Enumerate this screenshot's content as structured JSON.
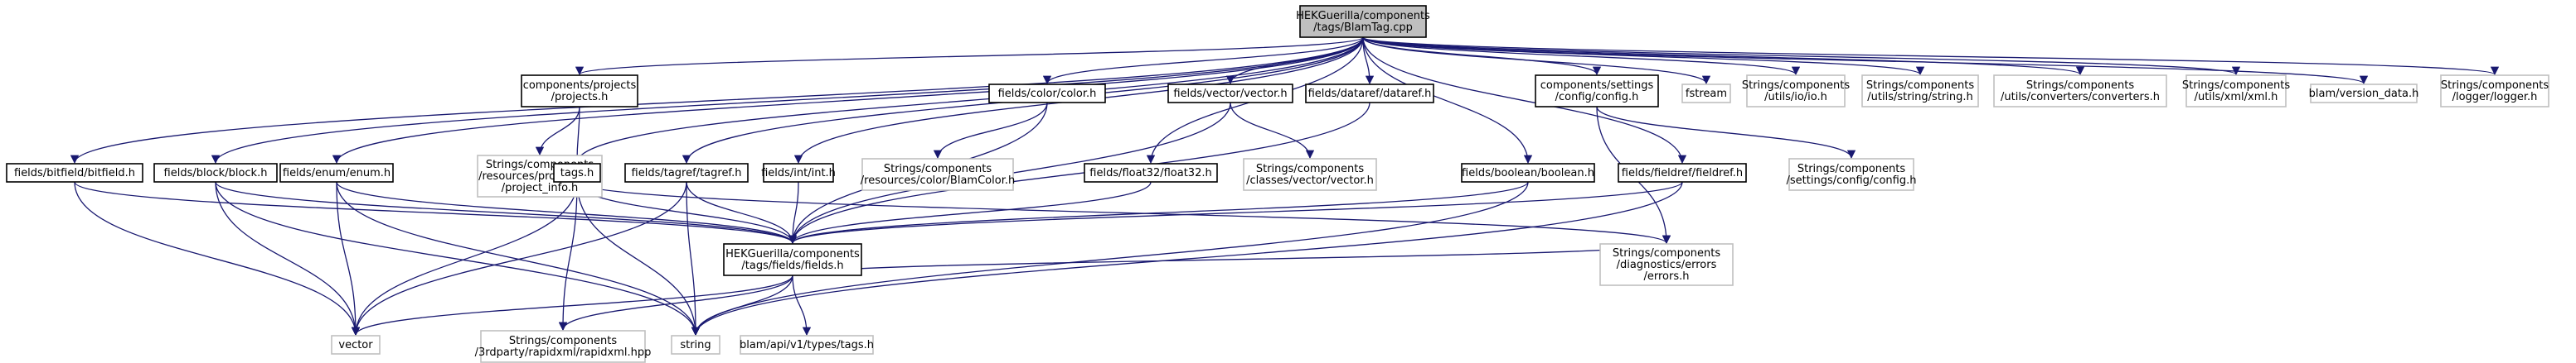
{
  "nodes": [
    {
      "id": "root",
      "lines": [
        "HEKGuerilla/components",
        "/tags/BlamTag.cpp"
      ],
      "kind": "root"
    },
    {
      "id": "projects",
      "lines": [
        "components/projects",
        "/projects.h"
      ],
      "kind": "local"
    },
    {
      "id": "color",
      "lines": [
        "fields/color/color.h"
      ],
      "kind": "local"
    },
    {
      "id": "vector_h",
      "lines": [
        "fields/vector/vector.h"
      ],
      "kind": "local"
    },
    {
      "id": "dataref",
      "lines": [
        "fields/dataref/dataref.h"
      ],
      "kind": "local"
    },
    {
      "id": "config",
      "lines": [
        "components/settings",
        "/config/config.h"
      ],
      "kind": "local"
    },
    {
      "id": "fstream",
      "lines": [
        "fstream"
      ],
      "kind": "ext"
    },
    {
      "id": "io",
      "lines": [
        "Strings/components",
        "/utils/io/io.h"
      ],
      "kind": "ext"
    },
    {
      "id": "stringh",
      "lines": [
        "Strings/components",
        "/utils/string/string.h"
      ],
      "kind": "ext"
    },
    {
      "id": "converters",
      "lines": [
        "Strings/components",
        "/utils/converters/converters.h"
      ],
      "kind": "ext"
    },
    {
      "id": "xml",
      "lines": [
        "Strings/components",
        "/utils/xml/xml.h"
      ],
      "kind": "ext"
    },
    {
      "id": "version",
      "lines": [
        "blam/version_data.h"
      ],
      "kind": "ext"
    },
    {
      "id": "logger",
      "lines": [
        "Strings/components",
        "/logger/logger.h"
      ],
      "kind": "ext"
    },
    {
      "id": "project_info",
      "lines": [
        "Strings/components",
        "/resources/project_info",
        "/project_info.h"
      ],
      "kind": "ext"
    },
    {
      "id": "tags",
      "lines": [
        "tags.h"
      ],
      "kind": "local"
    },
    {
      "id": "blamcolor",
      "lines": [
        "Strings/components",
        "/resources/color/BlamColor.h"
      ],
      "kind": "ext"
    },
    {
      "id": "vectorclass",
      "lines": [
        "Strings/components",
        "/classes/vector/vector.h"
      ],
      "kind": "ext"
    },
    {
      "id": "float32",
      "lines": [
        "fields/float32/float32.h"
      ],
      "kind": "local"
    },
    {
      "id": "boolean",
      "lines": [
        "fields/boolean/boolean.h"
      ],
      "kind": "local"
    },
    {
      "id": "fieldref",
      "lines": [
        "fields/fieldref/fieldref.h"
      ],
      "kind": "local"
    },
    {
      "id": "settings_config",
      "lines": [
        "Strings/components",
        "/settings/config/config.h"
      ],
      "kind": "ext"
    },
    {
      "id": "bitfield",
      "lines": [
        "fields/bitfield/bitfield.h"
      ],
      "kind": "local"
    },
    {
      "id": "block",
      "lines": [
        "fields/block/block.h"
      ],
      "kind": "local"
    },
    {
      "id": "enum",
      "lines": [
        "fields/enum/enum.h"
      ],
      "kind": "local"
    },
    {
      "id": "tagref",
      "lines": [
        "fields/tagref/tagref.h"
      ],
      "kind": "local"
    },
    {
      "id": "int",
      "lines": [
        "fields/int/int.h"
      ],
      "kind": "local"
    },
    {
      "id": "fields",
      "lines": [
        "HEKGuerilla/components",
        "/tags/fields/fields.h"
      ],
      "kind": "local"
    },
    {
      "id": "errors",
      "lines": [
        "Strings/components",
        "/diagnostics/errors",
        "/errors.h"
      ],
      "kind": "ext"
    },
    {
      "id": "vector",
      "lines": [
        "vector"
      ],
      "kind": "ext"
    },
    {
      "id": "rapidxml",
      "lines": [
        "Strings/components",
        "/3rdparty/rapidxml/rapidxml.hpp"
      ],
      "kind": "ext"
    },
    {
      "id": "string",
      "lines": [
        "string"
      ],
      "kind": "ext"
    },
    {
      "id": "blamtags",
      "lines": [
        "blam/api/v1/types/tags.h"
      ],
      "kind": "ext"
    }
  ],
  "edges": [
    [
      "root",
      "projects"
    ],
    [
      "root",
      "color"
    ],
    [
      "root",
      "vector_h"
    ],
    [
      "root",
      "dataref"
    ],
    [
      "root",
      "config"
    ],
    [
      "root",
      "fstream"
    ],
    [
      "root",
      "io"
    ],
    [
      "root",
      "stringh"
    ],
    [
      "root",
      "converters"
    ],
    [
      "root",
      "xml"
    ],
    [
      "root",
      "version"
    ],
    [
      "root",
      "logger"
    ],
    [
      "root",
      "tags"
    ],
    [
      "root",
      "float32"
    ],
    [
      "root",
      "boolean"
    ],
    [
      "root",
      "fieldref"
    ],
    [
      "root",
      "bitfield"
    ],
    [
      "root",
      "block"
    ],
    [
      "root",
      "enum"
    ],
    [
      "root",
      "tagref"
    ],
    [
      "root",
      "int"
    ],
    [
      "projects",
      "project_info"
    ],
    [
      "projects",
      "tags"
    ],
    [
      "color",
      "blamcolor"
    ],
    [
      "color",
      "fields"
    ],
    [
      "vector_h",
      "vectorclass"
    ],
    [
      "vector_h",
      "fields"
    ],
    [
      "dataref",
      "fields"
    ],
    [
      "config",
      "settings_config"
    ],
    [
      "config",
      "errors"
    ],
    [
      "tags",
      "vector"
    ],
    [
      "tags",
      "rapidxml"
    ],
    [
      "tags",
      "string"
    ],
    [
      "tags",
      "fields"
    ],
    [
      "tags",
      "errors"
    ],
    [
      "float32",
      "fields"
    ],
    [
      "boolean",
      "fields"
    ],
    [
      "boolean",
      "string"
    ],
    [
      "fieldref",
      "fields"
    ],
    [
      "fieldref",
      "string"
    ],
    [
      "bitfield",
      "fields"
    ],
    [
      "bitfield",
      "vector"
    ],
    [
      "block",
      "fields"
    ],
    [
      "block",
      "vector"
    ],
    [
      "block",
      "string"
    ],
    [
      "enum",
      "fields"
    ],
    [
      "enum",
      "vector"
    ],
    [
      "enum",
      "string"
    ],
    [
      "tagref",
      "fields"
    ],
    [
      "tagref",
      "vector"
    ],
    [
      "tagref",
      "string"
    ],
    [
      "int",
      "fields"
    ],
    [
      "fields",
      "vector"
    ],
    [
      "fields",
      "rapidxml"
    ],
    [
      "fields",
      "string"
    ],
    [
      "fields",
      "blamtags"
    ],
    [
      "fields",
      "errors"
    ]
  ]
}
